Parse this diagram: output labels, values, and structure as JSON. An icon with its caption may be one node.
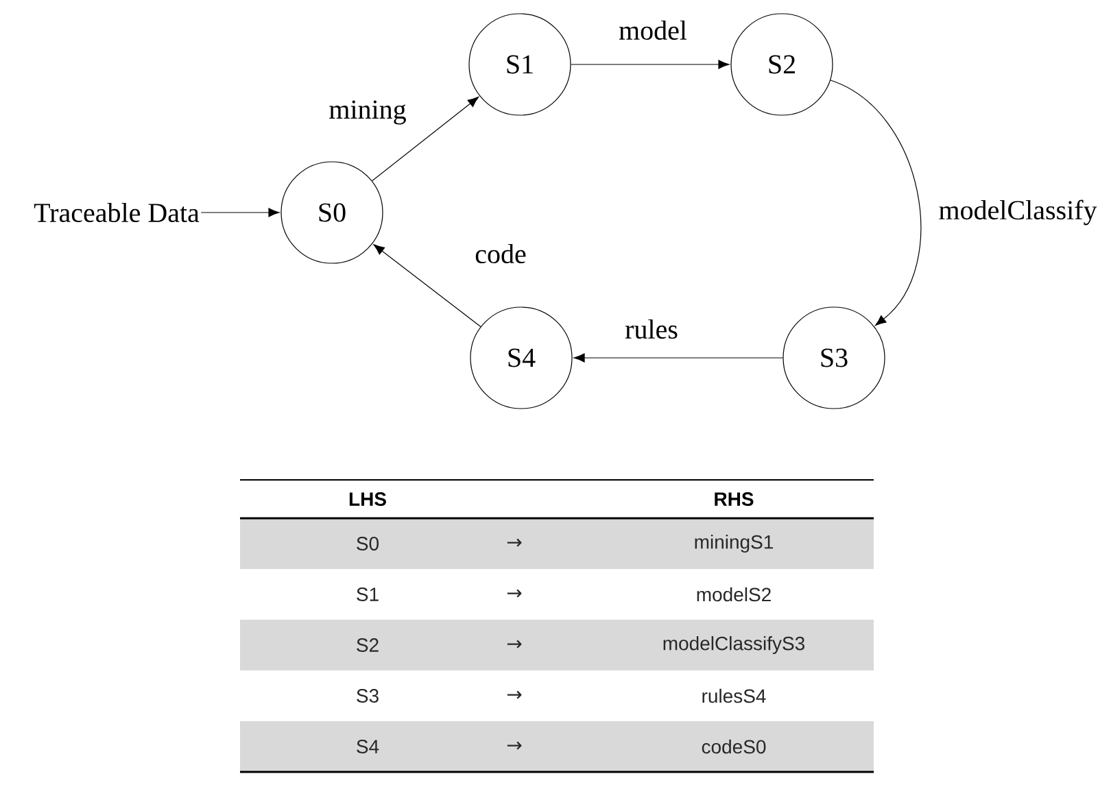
{
  "diagram": {
    "nodes": [
      {
        "text": [
          "Traceable Data"
        ]
      },
      {
        "text": [
          "S0"
        ]
      },
      {
        "text": [
          "S1"
        ]
      },
      {
        "text": [
          "S2"
        ]
      },
      {
        "text": [
          "S3"
        ]
      },
      {
        "text": [
          "S4"
        ]
      }
    ],
    "edges": [
      {
        "from": 0,
        "to": 1,
        "arrow": "to"
      },
      {
        "from": 1,
        "to": 2,
        "arrow": "to",
        "label": "mining"
      },
      {
        "from": 2,
        "to": 3,
        "arrow": "to",
        "label": "model"
      },
      {
        "from": 3,
        "to": 4,
        "arrow": "to",
        "label": "modelClassify"
      },
      {
        "from": 4,
        "to": 5,
        "arrow": "to",
        "label": "rules"
      },
      {
        "from": 5,
        "to": 1,
        "arrow": "to",
        "label": "code"
      }
    ],
    "labels": [
      "LHS",
      "RHS",
      "S0",
      "→",
      "miningS1",
      "S1",
      "→",
      "modelS2",
      "S2",
      "→",
      "modelClassifyS3",
      "S3",
      "→",
      "rulesS4",
      "S4",
      "→",
      "codeS0"
    ]
  }
}
